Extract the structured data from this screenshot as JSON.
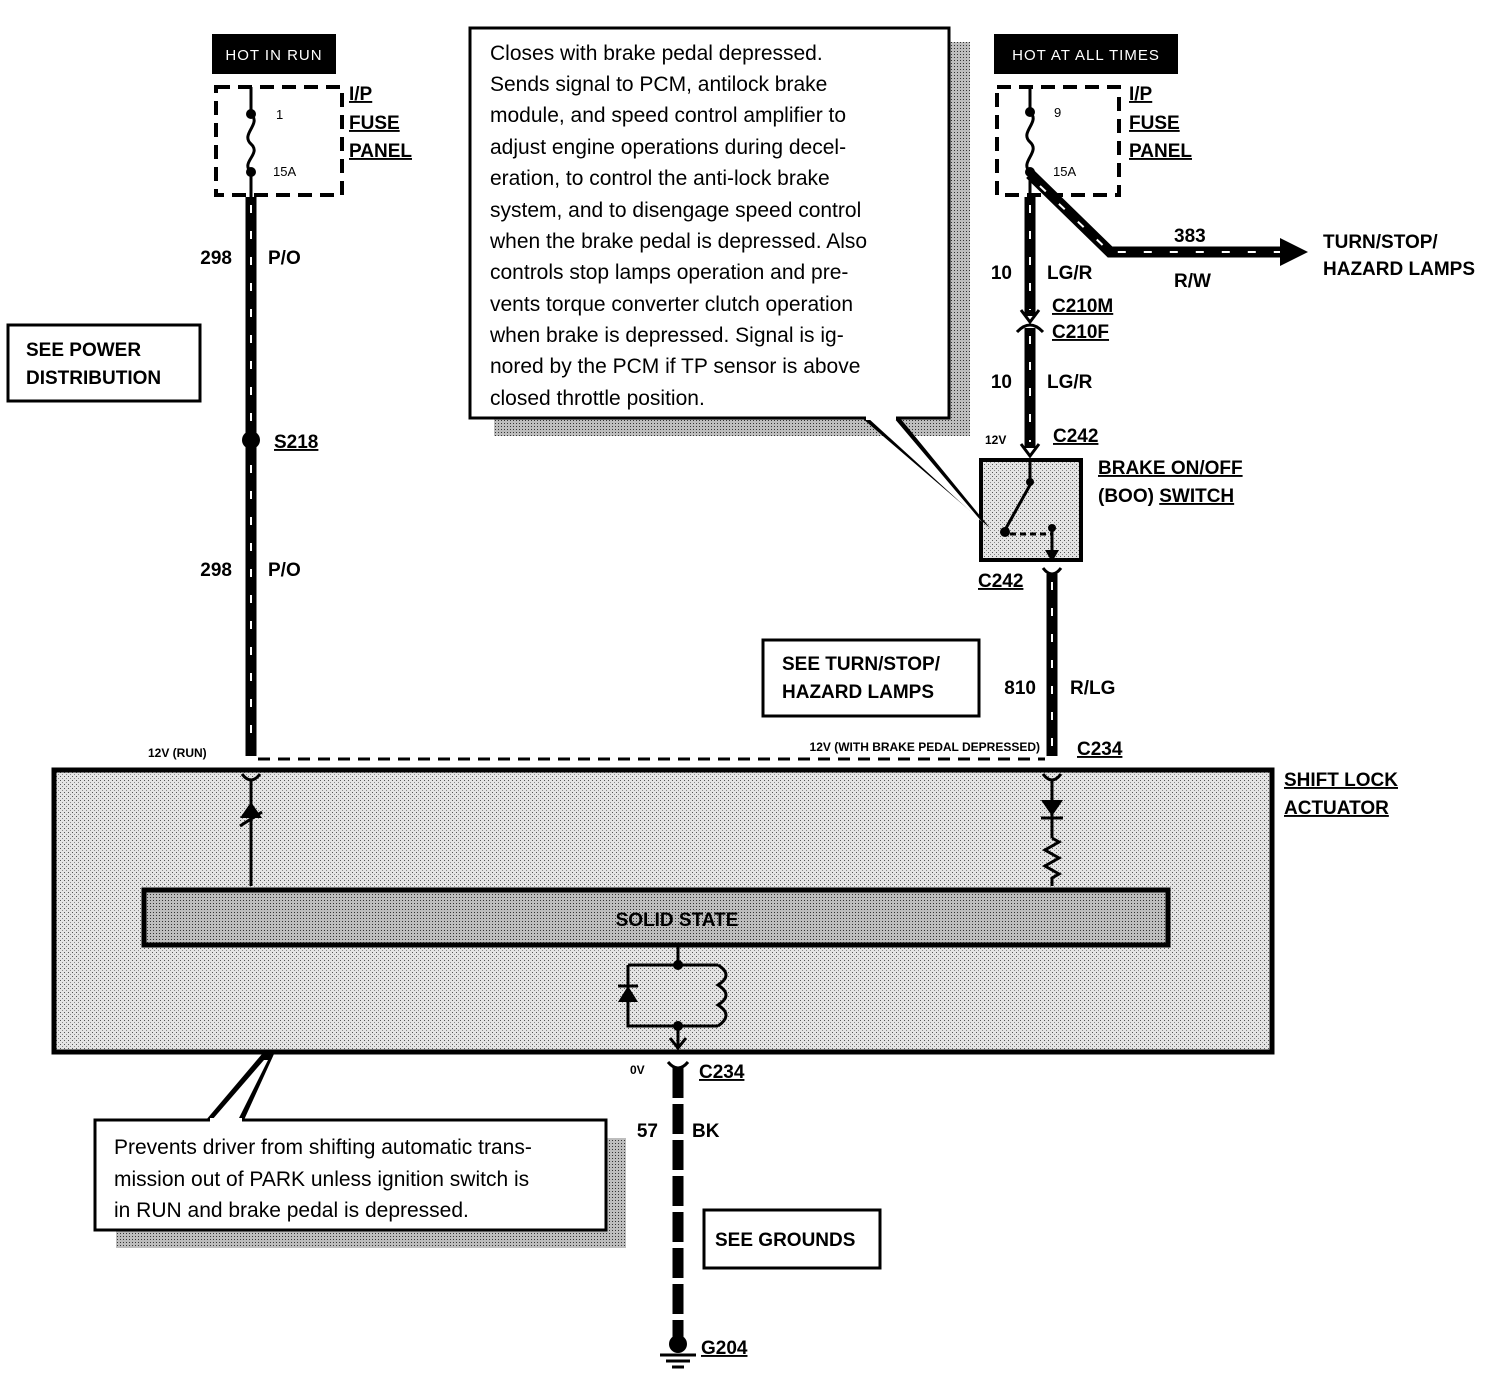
{
  "power_left": {
    "tag": "HOT IN RUN",
    "fuse_number": "1",
    "fuse_rating": "15A",
    "panel_label": [
      "I/P",
      "FUSE",
      "PANEL"
    ]
  },
  "power_right": {
    "tag": "HOT AT ALL TIMES",
    "fuse_number": "9",
    "fuse_rating": "15A",
    "panel_label": [
      "I/P",
      "FUSE",
      "PANEL"
    ]
  },
  "note_boo": "Closes with brake pedal depressed. Sends signal to PCM, antilock brake module, and speed control amplifier to adjust engine operations during deceleration, to control the anti-lock brake system, and to disengage speed control when the brake pedal is depressed. Also controls stop lamps operation and prevents torque converter clutch operation when brake is depressed. Signal is ignored by the PCM if TP sensor is above closed throttle position.",
  "note_boo_lines": [
    "Closes with brake pedal depressed.",
    "Sends signal to PCM, antilock brake",
    "module, and speed control amplifier to",
    "adjust engine operations during decel-",
    "eration, to control the anti-lock brake",
    "system, and to disengage speed control",
    "when the brake pedal is depressed. Also",
    "controls stop lamps operation and pre-",
    "vents torque converter clutch operation",
    "when brake is depressed.  Signal is ig-",
    "nored by the PCM if TP sensor is above",
    "closed throttle position."
  ],
  "note_actuator_lines": [
    "Prevents driver from shifting automatic trans-",
    "mission out of PARK unless ignition switch is",
    "in RUN and brake pedal is depressed."
  ],
  "refs": {
    "power_distribution": [
      "SEE POWER",
      "DISTRIBUTION"
    ],
    "turn_stop": [
      "SEE TURN/STOP/",
      "HAZARD LAMPS"
    ],
    "grounds": "SEE GROUNDS"
  },
  "wires": {
    "w298_top": {
      "circuit": "298",
      "color": "P/O"
    },
    "w298_bottom": {
      "circuit": "298",
      "color": "P/O"
    },
    "w10_top": {
      "circuit": "10",
      "color": "LG/R"
    },
    "w10_bottom": {
      "circuit": "10",
      "color": "LG/R"
    },
    "w383": {
      "circuit": "383",
      "color": "R/W"
    },
    "w810": {
      "circuit": "810",
      "color": "R/LG"
    },
    "w57": {
      "circuit": "57",
      "color": "BK"
    }
  },
  "connectors": {
    "s218": "S218",
    "c210m": "C210M",
    "c210f": "C210F",
    "c242_top": "C242",
    "c242_bottom": "C242",
    "c234_top": "C234",
    "c234_bottom": "C234",
    "g204": "G204"
  },
  "voltages": {
    "run": "12V (RUN)",
    "brake": "12V (WITH BRAKE PEDAL DEPRESSED)",
    "boo_in": "12V",
    "ground": "0V"
  },
  "turn_lamps": [
    "TURN/STOP/",
    "HAZARD LAMPS"
  ],
  "boo_switch": {
    "line1": "BRAKE ON/OFF",
    "line2_prefix": "(BOO) ",
    "line2_link": "SWITCH"
  },
  "actuator": {
    "label": [
      "SHIFT LOCK",
      "ACTUATOR"
    ],
    "inner": "SOLID STATE"
  }
}
